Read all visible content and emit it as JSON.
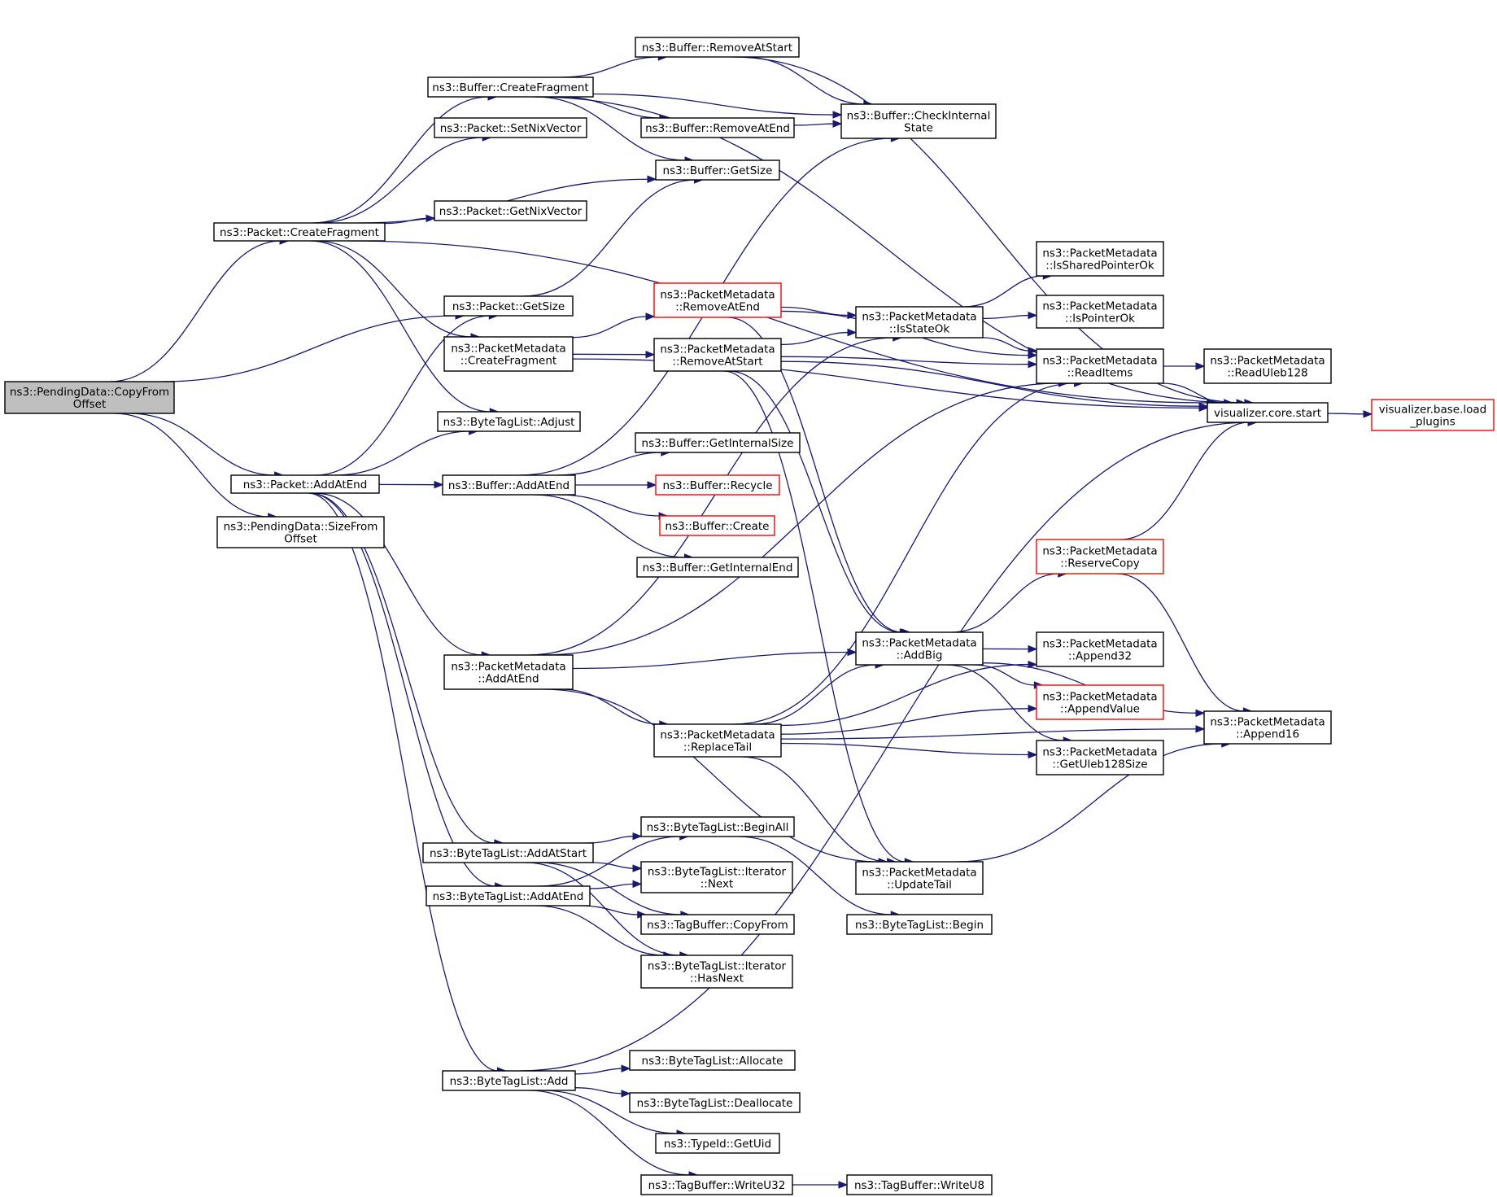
{
  "nodes": [
    {
      "id": "pd_copyfrom",
      "lines": [
        "ns3::PendingData::CopyFrom",
        "Offset"
      ],
      "style": "root"
    },
    {
      "id": "pd_sizefrom",
      "lines": [
        "ns3::PendingData::SizeFrom",
        "Offset"
      ],
      "style": "normal"
    },
    {
      "id": "pkt_createfragment",
      "lines": [
        "ns3::Packet::CreateFragment"
      ],
      "style": "normal"
    },
    {
      "id": "pkt_addatend",
      "lines": [
        "ns3::Packet::AddAtEnd"
      ],
      "style": "normal"
    },
    {
      "id": "buf_createfragment",
      "lines": [
        "ns3::Buffer::CreateFragment"
      ],
      "style": "normal"
    },
    {
      "id": "pkt_setnix",
      "lines": [
        "ns3::Packet::SetNixVector"
      ],
      "style": "normal"
    },
    {
      "id": "pkt_getnix",
      "lines": [
        "ns3::Packet::GetNixVector"
      ],
      "style": "normal"
    },
    {
      "id": "pkt_getsize",
      "lines": [
        "ns3::Packet::GetSize"
      ],
      "style": "normal"
    },
    {
      "id": "pm_createfragment",
      "lines": [
        "ns3::PacketMetadata",
        "::CreateFragment"
      ],
      "style": "normal"
    },
    {
      "id": "btl_adjust",
      "lines": [
        "ns3::ByteTagList::Adjust"
      ],
      "style": "normal"
    },
    {
      "id": "buf_addatend",
      "lines": [
        "ns3::Buffer::AddAtEnd"
      ],
      "style": "normal"
    },
    {
      "id": "pm_addatend",
      "lines": [
        "ns3::PacketMetadata",
        "::AddAtEnd"
      ],
      "style": "normal"
    },
    {
      "id": "btl_addatstart",
      "lines": [
        "ns3::ByteTagList::AddAtStart"
      ],
      "style": "normal"
    },
    {
      "id": "btl_addatend",
      "lines": [
        "ns3::ByteTagList::AddAtEnd"
      ],
      "style": "normal"
    },
    {
      "id": "btl_add",
      "lines": [
        "ns3::ByteTagList::Add"
      ],
      "style": "normal"
    },
    {
      "id": "buf_removeatstart",
      "lines": [
        "ns3::Buffer::RemoveAtStart"
      ],
      "style": "normal"
    },
    {
      "id": "buf_removeatend",
      "lines": [
        "ns3::Buffer::RemoveAtEnd"
      ],
      "style": "normal"
    },
    {
      "id": "buf_getsize",
      "lines": [
        "ns3::Buffer::GetSize"
      ],
      "style": "normal"
    },
    {
      "id": "pm_removeatend",
      "lines": [
        "ns3::PacketMetadata",
        "::RemoveAtEnd"
      ],
      "style": "truncated"
    },
    {
      "id": "pm_removeatstart",
      "lines": [
        "ns3::PacketMetadata",
        "::RemoveAtStart"
      ],
      "style": "normal"
    },
    {
      "id": "buf_getinternalsize",
      "lines": [
        "ns3::Buffer::GetInternalSize"
      ],
      "style": "normal"
    },
    {
      "id": "buf_recycle",
      "lines": [
        "ns3::Buffer::Recycle"
      ],
      "style": "truncated"
    },
    {
      "id": "buf_create",
      "lines": [
        "ns3::Buffer::Create"
      ],
      "style": "truncated"
    },
    {
      "id": "buf_getinternalend",
      "lines": [
        "ns3::Buffer::GetInternalEnd"
      ],
      "style": "normal"
    },
    {
      "id": "pm_replacetail",
      "lines": [
        "ns3::PacketMetadata",
        "::ReplaceTail"
      ],
      "style": "normal"
    },
    {
      "id": "btl_beginall",
      "lines": [
        "ns3::ByteTagList::BeginAll"
      ],
      "style": "normal"
    },
    {
      "id": "btl_it_next",
      "lines": [
        "ns3::ByteTagList::Iterator",
        "::Next"
      ],
      "style": "normal"
    },
    {
      "id": "tb_copyfrom",
      "lines": [
        "ns3::TagBuffer::CopyFrom"
      ],
      "style": "normal"
    },
    {
      "id": "btl_it_hasnext",
      "lines": [
        "ns3::ByteTagList::Iterator",
        "::HasNext"
      ],
      "style": "normal"
    },
    {
      "id": "btl_allocate",
      "lines": [
        "ns3::ByteTagList::Allocate"
      ],
      "style": "normal"
    },
    {
      "id": "btl_deallocate",
      "lines": [
        "ns3::ByteTagList::Deallocate"
      ],
      "style": "normal"
    },
    {
      "id": "typeid_getuid",
      "lines": [
        "ns3::TypeId::GetUid"
      ],
      "style": "normal"
    },
    {
      "id": "tb_writeu32",
      "lines": [
        "ns3::TagBuffer::WriteU32"
      ],
      "style": "normal"
    },
    {
      "id": "buf_checkinternal",
      "lines": [
        "ns3::Buffer::CheckInternal",
        "State"
      ],
      "style": "normal"
    },
    {
      "id": "pm_isstateok",
      "lines": [
        "ns3::PacketMetadata",
        "::IsStateOk"
      ],
      "style": "normal"
    },
    {
      "id": "pm_addbig",
      "lines": [
        "ns3::PacketMetadata",
        "::AddBig"
      ],
      "style": "normal"
    },
    {
      "id": "pm_updatetail",
      "lines": [
        "ns3::PacketMetadata",
        "::UpdateTail"
      ],
      "style": "normal"
    },
    {
      "id": "btl_begin",
      "lines": [
        "ns3::ByteTagList::Begin"
      ],
      "style": "normal"
    },
    {
      "id": "tb_writeu8",
      "lines": [
        "ns3::TagBuffer::WriteU8"
      ],
      "style": "normal"
    },
    {
      "id": "pm_issharedpointerok",
      "lines": [
        "ns3::PacketMetadata",
        "::IsSharedPointerOk"
      ],
      "style": "normal"
    },
    {
      "id": "pm_ispointerok",
      "lines": [
        "ns3::PacketMetadata",
        "::IsPointerOk"
      ],
      "style": "normal"
    },
    {
      "id": "pm_readitems",
      "lines": [
        "ns3::PacketMetadata",
        "::ReadItems"
      ],
      "style": "normal"
    },
    {
      "id": "pm_reservecopy",
      "lines": [
        "ns3::PacketMetadata",
        "::ReserveCopy"
      ],
      "style": "truncated"
    },
    {
      "id": "pm_append32",
      "lines": [
        "ns3::PacketMetadata",
        "::Append32"
      ],
      "style": "normal"
    },
    {
      "id": "pm_appendvalue",
      "lines": [
        "ns3::PacketMetadata",
        "::AppendValue"
      ],
      "style": "truncated"
    },
    {
      "id": "pm_getuleb128size",
      "lines": [
        "ns3::PacketMetadata",
        "::GetUleb128Size"
      ],
      "style": "normal"
    },
    {
      "id": "pm_readuleb128",
      "lines": [
        "ns3::PacketMetadata",
        "::ReadUleb128"
      ],
      "style": "normal"
    },
    {
      "id": "vis_core_start",
      "lines": [
        "visualizer.core.start"
      ],
      "style": "normal"
    },
    {
      "id": "pm_append16",
      "lines": [
        "ns3::PacketMetadata",
        "::Append16"
      ],
      "style": "normal"
    },
    {
      "id": "vis_base_load",
      "lines": [
        "visualizer.base.load",
        "_plugins"
      ],
      "style": "truncated"
    }
  ],
  "edges": [
    [
      "pd_copyfrom",
      "pkt_createfragment"
    ],
    [
      "pd_copyfrom",
      "pkt_getsize"
    ],
    [
      "pd_copyfrom",
      "pkt_addatend"
    ],
    [
      "pd_copyfrom",
      "pd_sizefrom"
    ],
    [
      "pkt_createfragment",
      "buf_createfragment"
    ],
    [
      "pkt_createfragment",
      "pkt_setnix"
    ],
    [
      "pkt_createfragment",
      "buf_getsize"
    ],
    [
      "pkt_createfragment",
      "pkt_getnix"
    ],
    [
      "pkt_createfragment",
      "vis_core_start"
    ],
    [
      "pkt_createfragment",
      "pm_createfragment"
    ],
    [
      "pkt_createfragment",
      "btl_adjust"
    ],
    [
      "buf_createfragment",
      "buf_removeatstart"
    ],
    [
      "buf_createfragment",
      "vis_core_start"
    ],
    [
      "buf_createfragment",
      "buf_checkinternal"
    ],
    [
      "buf_createfragment",
      "buf_removeatend"
    ],
    [
      "buf_createfragment",
      "buf_getsize"
    ],
    [
      "buf_removeatstart",
      "buf_checkinternal"
    ],
    [
      "buf_removeatstart",
      "vis_core_start"
    ],
    [
      "buf_removeatend",
      "buf_checkinternal"
    ],
    [
      "pkt_getsize",
      "buf_getsize"
    ],
    [
      "pm_createfragment",
      "pm_removeatend"
    ],
    [
      "pm_createfragment",
      "pm_removeatstart"
    ],
    [
      "pm_createfragment",
      "vis_core_start"
    ],
    [
      "pkt_addatend",
      "pkt_getsize"
    ],
    [
      "pkt_addatend",
      "btl_adjust"
    ],
    [
      "pkt_addatend",
      "buf_addatend"
    ],
    [
      "pkt_addatend",
      "pm_addatend"
    ],
    [
      "pkt_addatend",
      "btl_addatstart"
    ],
    [
      "pkt_addatend",
      "btl_addatend"
    ],
    [
      "pkt_addatend",
      "btl_add"
    ],
    [
      "buf_addatend",
      "buf_checkinternal"
    ],
    [
      "buf_addatend",
      "buf_getinternalsize"
    ],
    [
      "buf_addatend",
      "buf_recycle"
    ],
    [
      "buf_addatend",
      "buf_create"
    ],
    [
      "buf_addatend",
      "buf_getinternalend"
    ],
    [
      "pm_removeatend",
      "pm_isstateok"
    ],
    [
      "pm_removeatend",
      "pm_readitems"
    ],
    [
      "pm_removeatend",
      "pm_addbig"
    ],
    [
      "pm_removeatstart",
      "pm_isstateok"
    ],
    [
      "pm_removeatstart",
      "pm_readitems"
    ],
    [
      "pm_removeatstart",
      "vis_core_start"
    ],
    [
      "pm_removeatstart",
      "pm_addbig"
    ],
    [
      "pm_removeatstart",
      "pm_updatetail"
    ],
    [
      "pm_isstateok",
      "pm_issharedpointerok"
    ],
    [
      "pm_isstateok",
      "pm_ispointerok"
    ],
    [
      "pm_isstateok",
      "pm_readitems"
    ],
    [
      "pm_readitems",
      "pm_readuleb128"
    ],
    [
      "pm_readitems",
      "vis_core_start"
    ],
    [
      "vis_core_start",
      "vis_base_load"
    ],
    [
      "pm_addatend",
      "pm_isstateok"
    ],
    [
      "pm_addatend",
      "pm_readitems"
    ],
    [
      "pm_addatend",
      "pm_addbig"
    ],
    [
      "pm_addatend",
      "pm_replacetail"
    ],
    [
      "pm_addatend",
      "pm_updatetail"
    ],
    [
      "pm_addbig",
      "pm_reservecopy"
    ],
    [
      "pm_addbig",
      "pm_append32"
    ],
    [
      "pm_addbig",
      "pm_appendvalue"
    ],
    [
      "pm_addbig",
      "pm_getuleb128size"
    ],
    [
      "pm_addbig",
      "pm_append16"
    ],
    [
      "pm_reservecopy",
      "vis_core_start"
    ],
    [
      "pm_reservecopy",
      "pm_append16"
    ],
    [
      "pm_replacetail",
      "pm_addbig"
    ],
    [
      "pm_replacetail",
      "pm_readitems"
    ],
    [
      "pm_replacetail",
      "pm_append32"
    ],
    [
      "pm_replacetail",
      "pm_appendvalue"
    ],
    [
      "pm_replacetail",
      "pm_getuleb128size"
    ],
    [
      "pm_replacetail",
      "pm_append16"
    ],
    [
      "pm_replacetail",
      "pm_updatetail"
    ],
    [
      "pm_updatetail",
      "pm_append16"
    ],
    [
      "btl_addatstart",
      "btl_beginall"
    ],
    [
      "btl_addatstart",
      "btl_it_next"
    ],
    [
      "btl_addatstart",
      "tb_copyfrom"
    ],
    [
      "btl_addatstart",
      "btl_it_hasnext"
    ],
    [
      "btl_addatend",
      "btl_beginall"
    ],
    [
      "btl_addatend",
      "btl_it_next"
    ],
    [
      "btl_addatend",
      "tb_copyfrom"
    ],
    [
      "btl_addatend",
      "btl_it_hasnext"
    ],
    [
      "btl_beginall",
      "btl_begin"
    ],
    [
      "btl_add",
      "vis_core_start"
    ],
    [
      "btl_add",
      "btl_allocate"
    ],
    [
      "btl_add",
      "btl_deallocate"
    ],
    [
      "btl_add",
      "typeid_getuid"
    ],
    [
      "btl_add",
      "tb_writeu32"
    ],
    [
      "tb_writeu32",
      "tb_writeu8"
    ]
  ],
  "colors": {
    "edge": "#191970",
    "root_fill": "#bfbfbf",
    "truncated_border": "#ff0000",
    "node_border": "#000000"
  }
}
